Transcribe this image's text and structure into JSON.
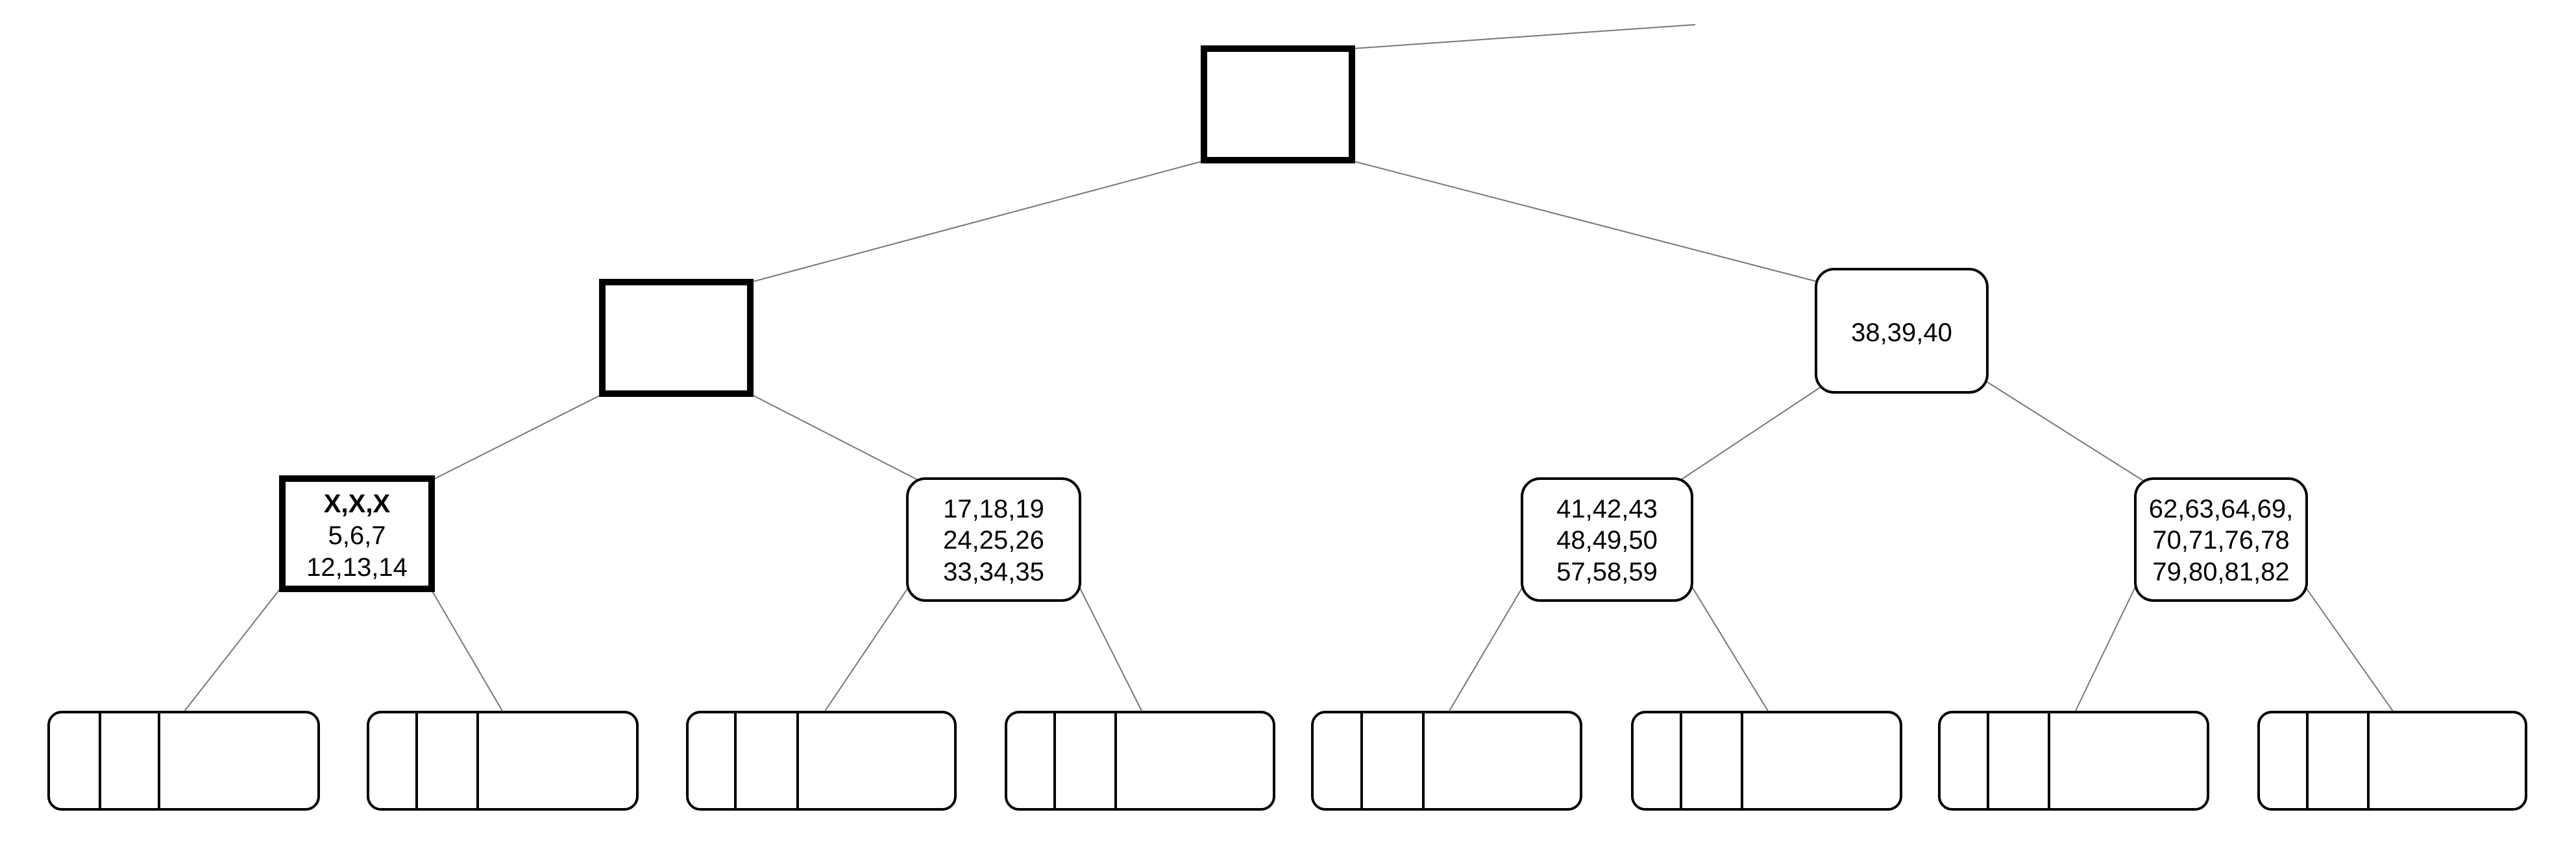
{
  "nodes": {
    "root": {
      "lines": []
    },
    "left": {
      "lines": []
    },
    "right": {
      "lines": [
        "38,39,40"
      ]
    },
    "ll": {
      "lines": [
        "X,X,X",
        "5,6,7",
        "12,13,14"
      ]
    },
    "lr": {
      "lines": [
        "17,18,19",
        "24,25,26",
        "33,34,35"
      ]
    },
    "rl": {
      "lines": [
        "41,42,43",
        "48,49,50",
        "57,58,59"
      ]
    },
    "rr": {
      "lines": [
        "62,63,64,69,",
        "70,71,76,78",
        "79,80,81,82"
      ]
    }
  },
  "leaf_count": 8
}
